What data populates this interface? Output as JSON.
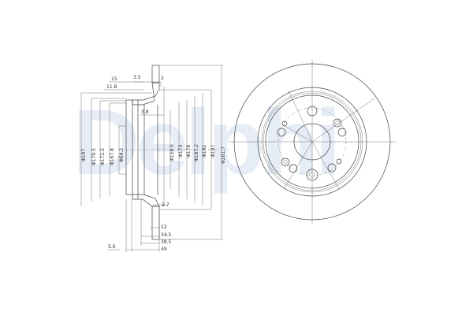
{
  "watermark": {
    "text": "Delphi",
    "color": "#e6edf6"
  },
  "drawing": {
    "title": "Brake disc technical drawing",
    "line_color": "#444444",
    "text_color": "#333333",
    "top_dimensions": [
      {
        "label": "15"
      },
      {
        "label": "3.5"
      },
      {
        "label": "2"
      },
      {
        "label": "11.8"
      },
      {
        "label": "3.8"
      }
    ],
    "diameters_left": [
      {
        "label": "Φ197"
      },
      {
        "label": "Φ179.5"
      },
      {
        "label": "Φ172.5"
      },
      {
        "label": "Φ167.8"
      },
      {
        "label": "Φ64.2"
      }
    ],
    "diameters_right": [
      {
        "label": "Φ158.5"
      },
      {
        "label": "Φ173"
      },
      {
        "label": "Φ178"
      },
      {
        "label": "Φ187.2"
      },
      {
        "label": "Φ192"
      },
      {
        "label": "Φ197"
      },
      {
        "label": "Φ281.7"
      }
    ],
    "bottom_dimensions": [
      {
        "label": "2.7"
      },
      {
        "label": "12"
      },
      {
        "label": "34.5"
      },
      {
        "label": "38.5"
      },
      {
        "label": "5.6"
      },
      {
        "label": "49"
      }
    ]
  }
}
